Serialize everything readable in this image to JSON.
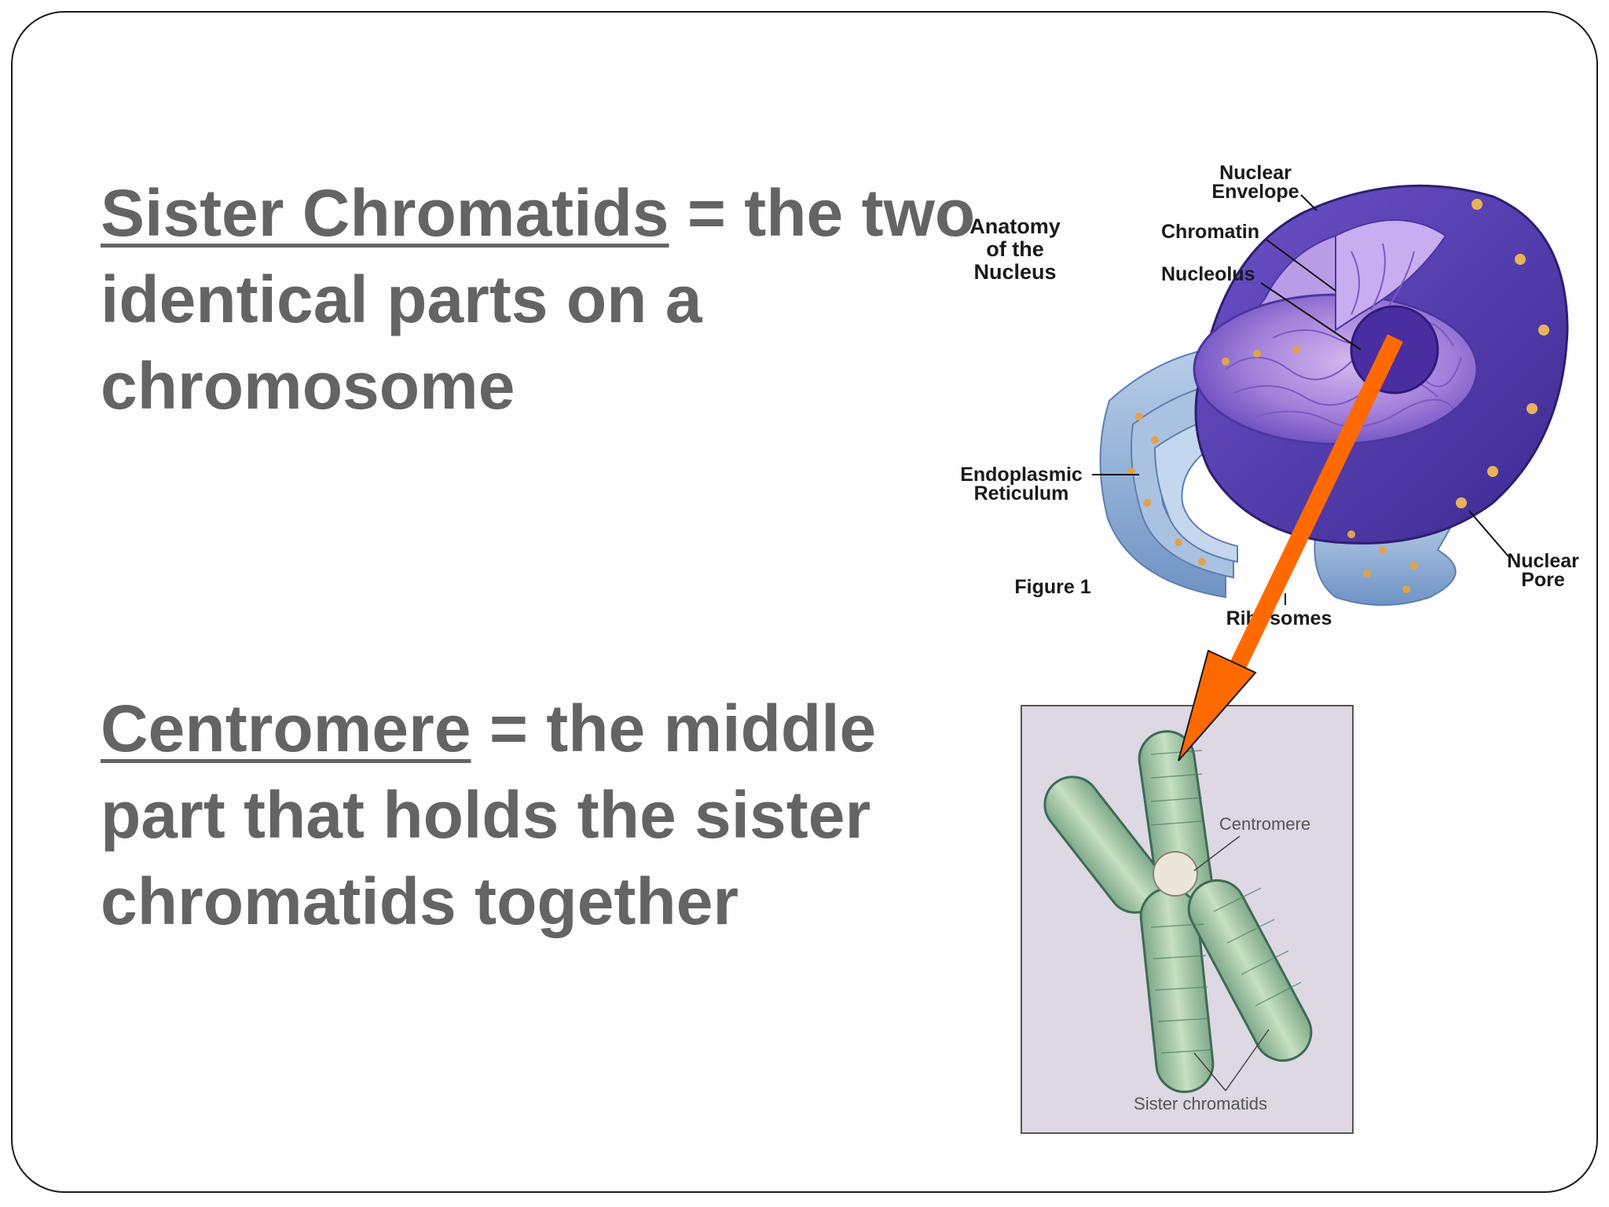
{
  "slide": {
    "block1": {
      "term": "Sister Chromatids",
      "definition": " = the two identical parts on a chromosome"
    },
    "block2": {
      "term": "Centromere",
      "definition": " = the middle part that holds the sister chromatids together"
    }
  },
  "nucleus_figure": {
    "title_lines": [
      "Anatomy",
      "of the",
      "Nucleus"
    ],
    "caption": "Figure 1",
    "labels": {
      "nuclear_envelope": [
        "Nuclear",
        "Envelope"
      ],
      "chromatin": "Chromatin",
      "nucleolus": "Nucleolus",
      "endoplasmic_reticulum": [
        "Endoplasmic",
        "Reticulum"
      ],
      "nuclear_pore": [
        "Nuclear",
        "Pore"
      ],
      "ribosomes": "Ribosomes"
    }
  },
  "chromosome_figure": {
    "labels": {
      "centromere": "Centromere",
      "sister_chromatids": "Sister chromatids"
    }
  },
  "colors": {
    "text": "#646464",
    "arrow": "#ff6a00",
    "nucleus": "#5b3fb0",
    "er": "#8fb0d6",
    "chromatid": "#9cc4a0"
  }
}
